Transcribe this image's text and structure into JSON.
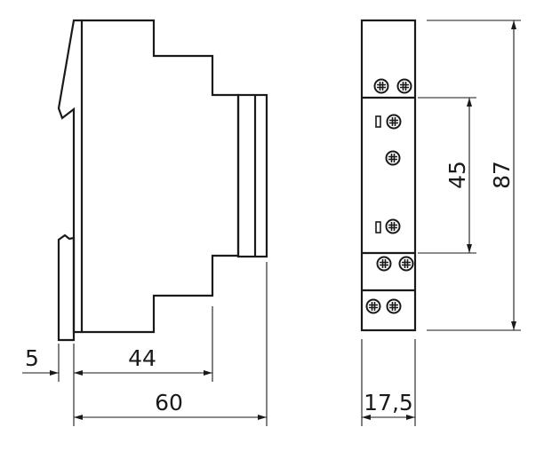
{
  "drawing": {
    "side_view": {
      "dimensions": {
        "rail_clip": "5",
        "body_depth": "44",
        "total_depth": "60"
      }
    },
    "front_view": {
      "dimensions": {
        "width": "17,5",
        "front_height": "45",
        "total_height": "87"
      }
    }
  }
}
